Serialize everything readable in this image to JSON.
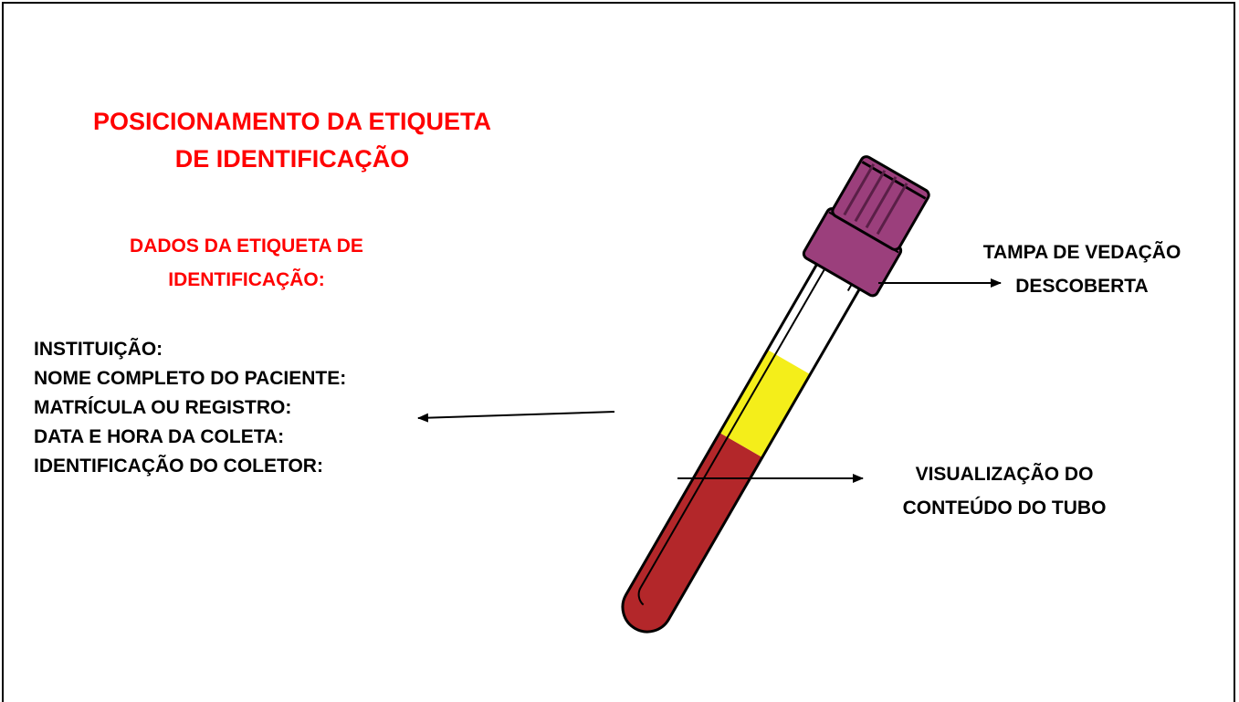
{
  "title": {
    "line1": "POSICIONAMENTO DA ETIQUETA",
    "line2": "DE IDENTIFICAÇÃO"
  },
  "label_header": {
    "line1": "DADOS DA ETIQUETA DE",
    "line2": "IDENTIFICAÇÃO:"
  },
  "label_fields": [
    "INSTITUIÇÃO:",
    "NOME COMPLETO DO PACIENTE:",
    "MATRÍCULA OU REGISTRO:",
    "DATA E HORA DA COLETA:",
    "IDENTIFICAÇÃO DO COLETOR:"
  ],
  "cap_callout": {
    "line1": "TAMPA DE VEDAÇÃO",
    "line2": "DESCOBERTA"
  },
  "content_callout": {
    "line1": "VISUALIZAÇÃO DO",
    "line2": "CONTEÚDO DO TUBO"
  },
  "colors": {
    "title_text": "#ff0000",
    "body_text": "#000000",
    "cap": "#9b3f7c",
    "cap_dark": "#5a1f47",
    "blood": "#b3272a",
    "serum": "#f4ee1a",
    "tube_outline": "#000000"
  }
}
